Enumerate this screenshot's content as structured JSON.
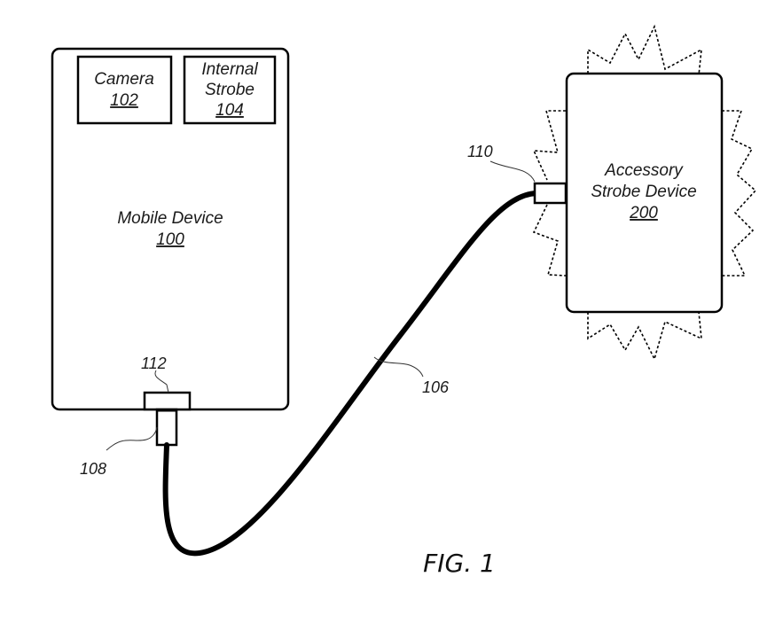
{
  "figure": {
    "caption": "FIG. 1",
    "line_color": "#000000",
    "background": "#ffffff"
  },
  "mobile_device": {
    "name": "Mobile Device",
    "ref": "100",
    "camera": {
      "name": "Camera",
      "ref": "102"
    },
    "internal_strobe": {
      "line1": "Internal",
      "line2": "Strobe",
      "ref": "104"
    }
  },
  "accessory": {
    "line1": "Accessory",
    "line2": "Strobe Device",
    "ref": "200"
  },
  "callouts": {
    "cable": "106",
    "plug_mobile": "108",
    "plug_accessory": "110",
    "port_mobile": "112"
  }
}
